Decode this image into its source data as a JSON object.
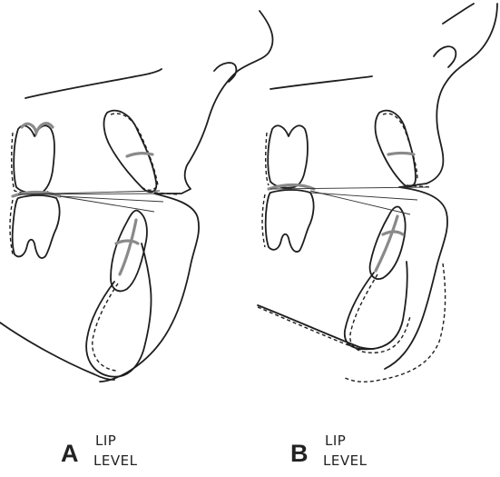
{
  "panels": [
    {
      "letter": "A",
      "word1": "LIP",
      "word2": "LEVEL"
    },
    {
      "letter": "B",
      "word1": "LIP",
      "word2": "LEVEL"
    }
  ]
}
